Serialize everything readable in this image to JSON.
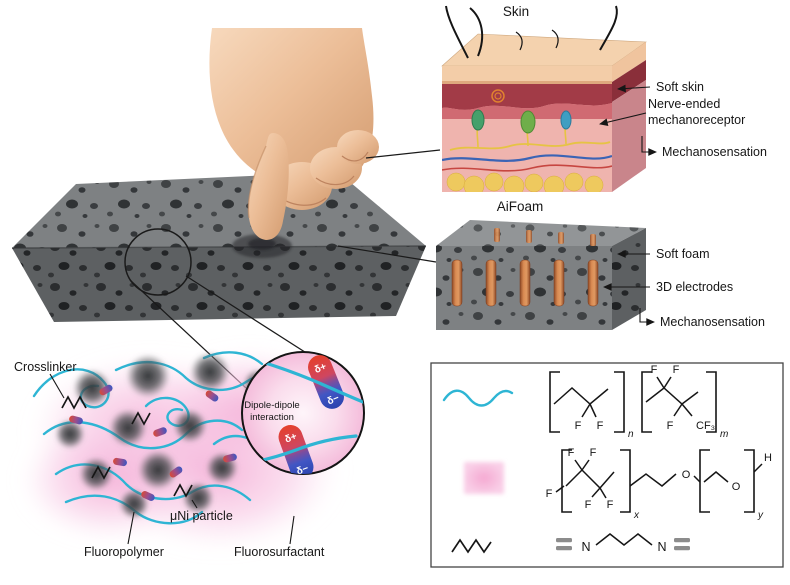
{
  "colors": {
    "cyan": "#2eb5d4",
    "pink": "#f3aed6",
    "foam_top": "#7e8183",
    "foam_front": "#5d6062",
    "foam_light": "#929597",
    "electrode": "#c9713f",
    "skin": "#eec3a0",
    "maroon": "#a23b47",
    "ink": "#161616"
  },
  "skin_panel": {
    "title": "Skin",
    "soft_skin": "Soft skin",
    "nerve1": "Nerve-ended",
    "nerve2": "mechanoreceptor",
    "mechanosensation": "Mechanosensation"
  },
  "aifoam_panel": {
    "title": "AiFoam",
    "soft_foam": "Soft foam",
    "electrodes": "3D electrodes",
    "mechanosensation": "Mechanosensation"
  },
  "molecular_panel": {
    "crosslinker": "Crosslinker",
    "ni_particle": "μNi particle",
    "fluoropolymer": "Fluoropolymer",
    "fluorosurfactant": "Fluorosurfactant",
    "zoom_caption_1": "Dipole-dipole",
    "zoom_caption_2": "interaction",
    "delta_plus": "δ+",
    "delta_minus": "δ−"
  },
  "legend": {
    "chem": {
      "F": "F",
      "O": "O",
      "H": "H",
      "N": "N",
      "CF3": "CF₃",
      "sub_n": "n",
      "sub_m": "m",
      "sub_x": "x",
      "sub_y": "y"
    }
  }
}
